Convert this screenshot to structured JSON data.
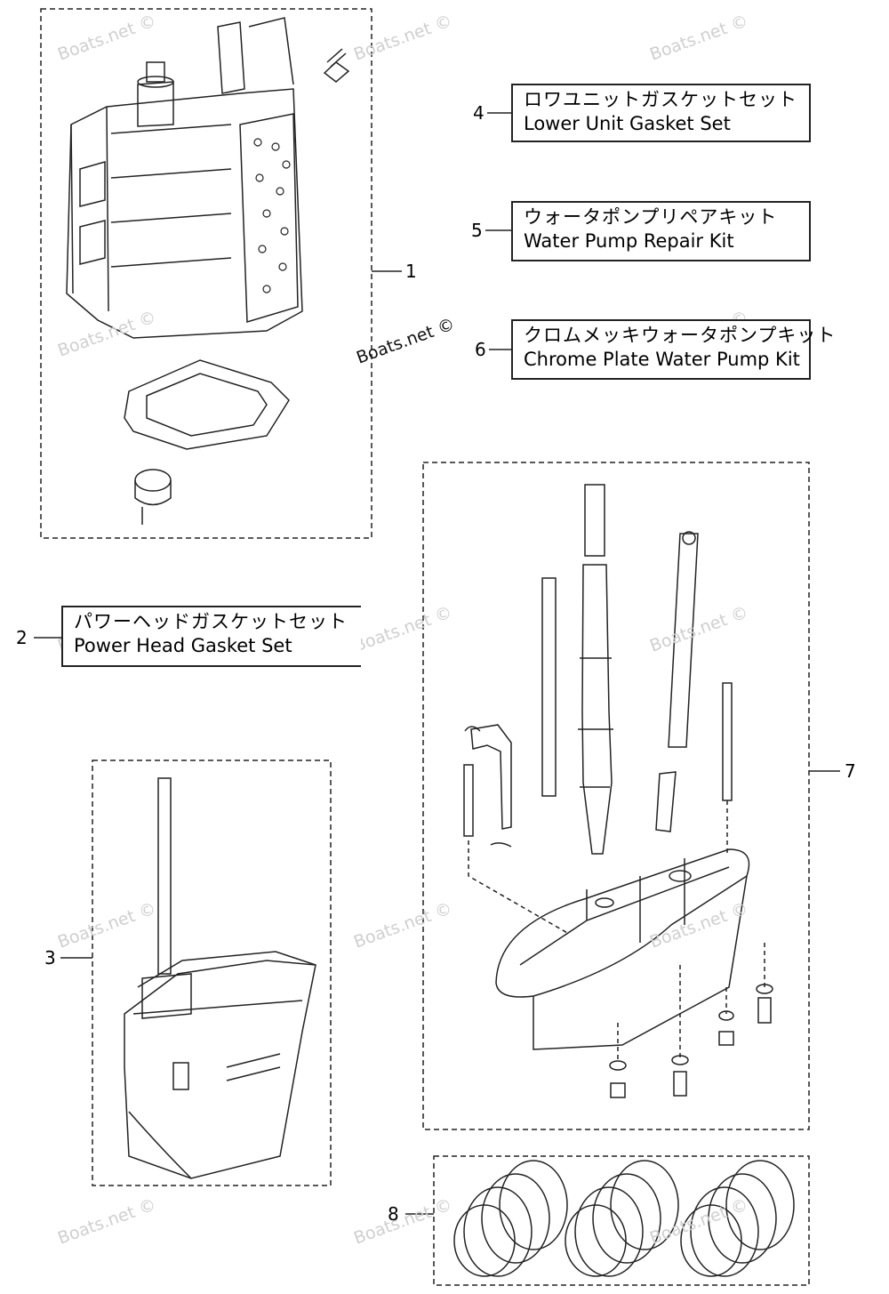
{
  "watermark": {
    "text": "Boats.net ©"
  },
  "callouts": [
    {
      "number": "1"
    },
    {
      "number": "2"
    },
    {
      "number": "3"
    },
    {
      "number": "4"
    },
    {
      "number": "5"
    },
    {
      "number": "6"
    },
    {
      "number": "7"
    },
    {
      "number": "8"
    }
  ],
  "labels": {
    "lower_unit_gasket_set": {
      "jp": "ロワユニットガスケットセット",
      "en": "Lower Unit Gasket Set"
    },
    "water_pump_repair_kit": {
      "jp": "ウォータポンプリペアキット",
      "en": "Water Pump Repair Kit"
    },
    "chrome_plate_water_pump_kit": {
      "jp": "クロムメッキウォータポンプキット",
      "en": "Chrome Plate Water Pump Kit"
    },
    "power_head_gasket_set": {
      "jp": "パワーヘッドガスケットセット",
      "en": "Power Head Gasket Set"
    }
  },
  "colors": {
    "line": "#222222",
    "watermark": "#cfcfcf",
    "background": "#ffffff"
  }
}
